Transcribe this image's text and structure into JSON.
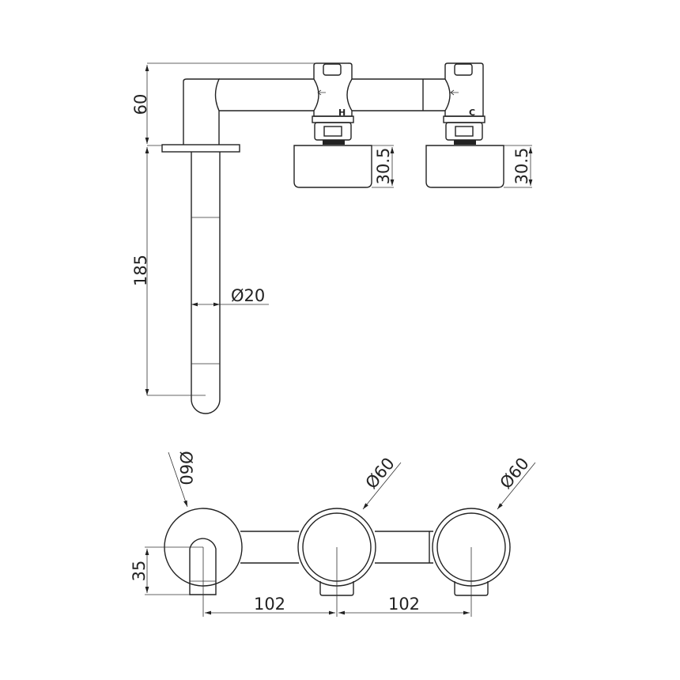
{
  "side_view": {
    "height_body": "60",
    "spout_length": "185",
    "spout_diameter": "Ø20",
    "handle_height_hot": "30.5",
    "handle_height_cold": "30.5",
    "hot_label": "H",
    "cold_label": "C"
  },
  "front_view": {
    "spout_plate_diameter": "Ø60",
    "hot_diameter": "Ø60",
    "cold_diameter": "Ø60",
    "spout_offset": "35",
    "spacing_left": "102",
    "spacing_right": "102"
  }
}
